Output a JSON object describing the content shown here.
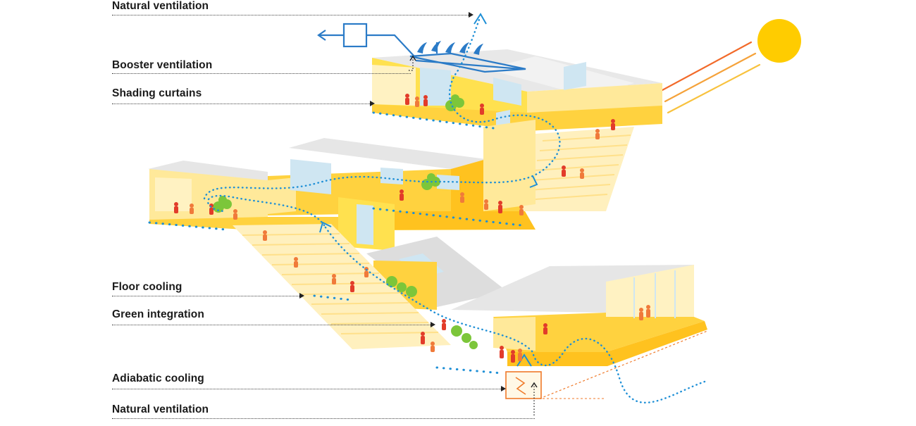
{
  "labels": {
    "natural_ventilation_top": "Natural ventilation",
    "booster_ventilation": "Booster ventilation",
    "shading_curtains": "Shading curtains",
    "floor_cooling": "Floor cooling",
    "green_integration": "Green integration",
    "adiabatic_cooling": "Adiabatic cooling",
    "natural_ventilation_bottom": "Natural ventilation"
  },
  "colors": {
    "building_yellow": "#FFD23F",
    "light_yellow": "#FFE99A",
    "pale_yellow": "#FFF2C2",
    "roof_grey": "#E6E6E6",
    "window_blue": "#CFE6F2",
    "airflow_blue": "#1E8FD6",
    "duct_blue": "#2B7BC7",
    "people_red": "#E23C2A",
    "people_orange": "#F07A3A",
    "plant_green": "#7CC63A",
    "sun_yellow": "#FFCC00",
    "sun_ray": "#F26A2A",
    "adiabatic_orange": "#F07A2A"
  }
}
